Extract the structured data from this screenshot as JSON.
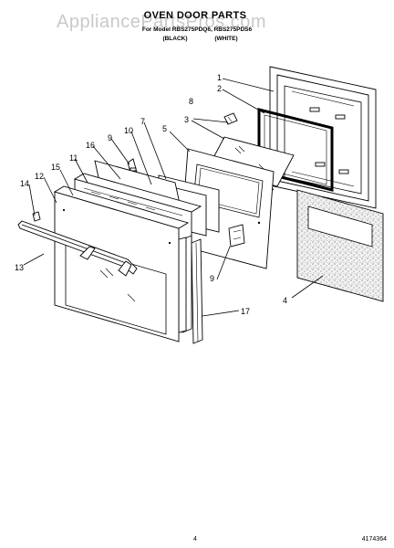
{
  "watermark": "AppliancePartsPros.com",
  "header": {
    "title": "OVEN DOOR PARTS",
    "model_line": "For Model RBS275PDQ6, RBS275PDS6",
    "color_left": "(BLACK)",
    "color_right": "(WHITE)"
  },
  "callouts": [
    "1",
    "2",
    "3",
    "4",
    "5",
    "7",
    "8",
    "9",
    "9",
    "10",
    "11",
    "12",
    "13",
    "14",
    "15",
    "16",
    "17"
  ],
  "footer": {
    "page_number": "4",
    "doc_number": "4174364"
  }
}
